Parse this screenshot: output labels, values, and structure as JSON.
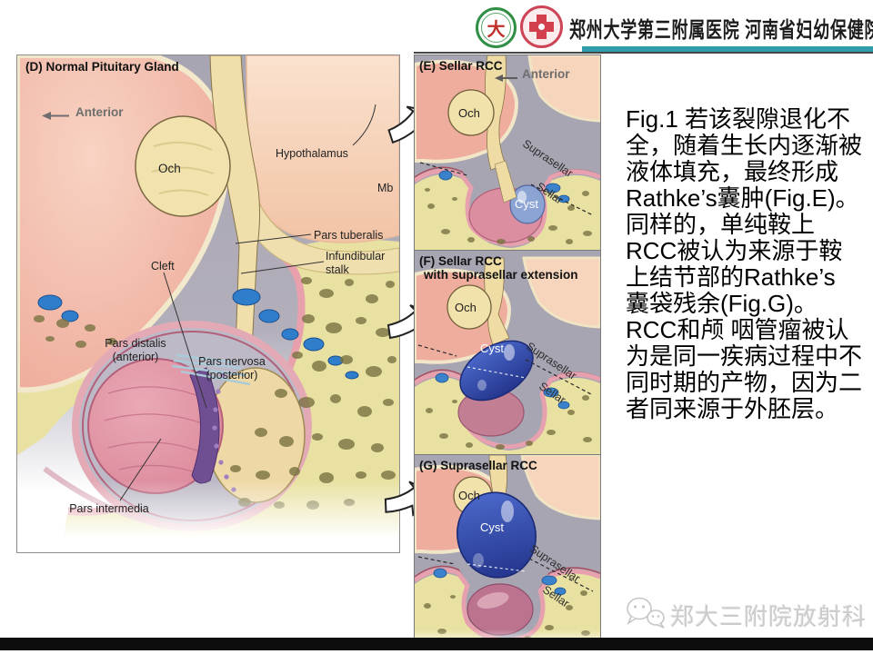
{
  "header": {
    "title": "郑州大学第三附属医院 河南省妇幼保健院",
    "logo_university_char": "大"
  },
  "panels": {
    "d": {
      "title": "(D) Normal Pituitary Gland",
      "anterior": "Anterior",
      "och": "Och",
      "hypothalamus": "Hypothalamus",
      "mb": "Mb",
      "pars_tuberalis": "Pars tuberalis",
      "infundibular_stalk": "Infundibular stalk",
      "cleft": "Cleft",
      "pars_distalis": "Pars distalis (anterior)",
      "pars_nervosa": "Pars nervosa (posterior)",
      "pars_intermedia": "Pars intermedia"
    },
    "e": {
      "title": "(E) Sellar RCC",
      "anterior": "Anterior",
      "och": "Och",
      "cyst": "Cyst",
      "suprasellar": "Suprasellar",
      "sellar": "Sellar"
    },
    "f": {
      "title": "(F) Sellar RCC",
      "subtitle": "with suprasellar extension",
      "och": "Och",
      "cyst": "Cyst",
      "suprasellar": "Suprasellar",
      "sellar": "Sellar"
    },
    "g": {
      "title": "(G) Suprasellar RCC",
      "och": "Och",
      "cyst": "Cyst",
      "suprasellar": "Suprasellar",
      "sellar": "Sellar"
    }
  },
  "caption": {
    "lines": [
      "Fig.1 若该裂隙退化不",
      "全，随着生长内逐渐被",
      "液体填充，最终形成",
      "Rathke’s囊肿(Fig.E)。",
      "同样的，单纯鞍上",
      "RCC被认为来源于鞍",
      "上结节部的Rathke’s",
      "囊袋残余(Fig.G)。",
      "RCC和颅 咽管瘤被认",
      "为是同一疾病过程中不",
      "同时期的产物，因为二",
      "者同来源于外胚层。"
    ]
  },
  "watermark": {
    "text": "郑大三附院放射科"
  },
  "colors": {
    "accent_teal": "#2f9dab",
    "cyst_blue": "#2c41a0",
    "bone_yellow": "#e8e1a2",
    "gland_pink": "#db8e9f"
  }
}
